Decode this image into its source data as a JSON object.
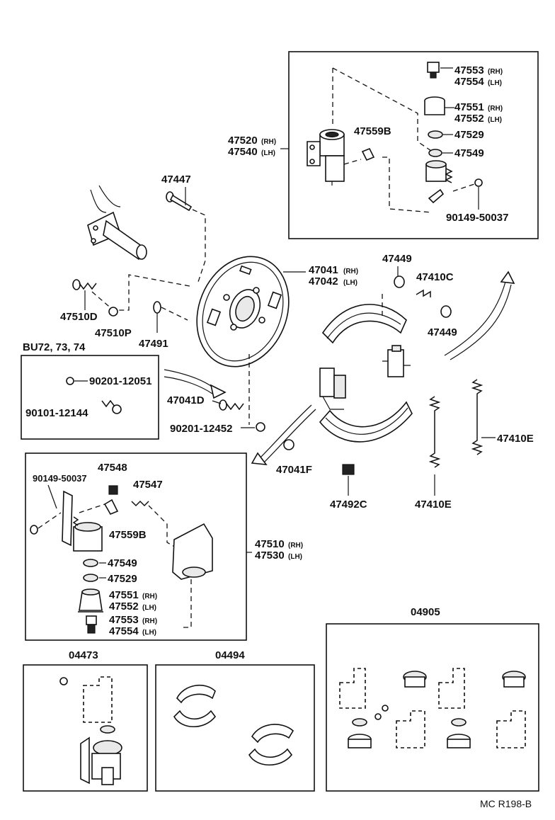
{
  "parts": {
    "p47553": "47553",
    "p47553_rh": "(RH)",
    "p47554": "47554",
    "p47554_lh": "(LH)",
    "p47551": "47551",
    "p47551_rh": "(RH)",
    "p47552": "47552",
    "p47552_lh": "(LH)",
    "p47529": "47529",
    "p47549": "47549",
    "p47559b": "47559B",
    "p47520": "47520",
    "p47520_rh": "(RH)",
    "p47540": "47540",
    "p47540_lh": "(LH)",
    "p90149_top": "90149-50037",
    "p47447": "47447",
    "p47041": "47041",
    "p47041_rh": "(RH)",
    "p47042": "47042",
    "p47042_lh": "(LH)",
    "p47449a": "47449",
    "p47410c": "47410C",
    "p47449b": "47449",
    "p47510d": "47510D",
    "p47510p": "47510P",
    "p47491": "47491",
    "bu_title": "BU72, 73, 74",
    "p90201_12051": "90201-12051",
    "p90101_12144": "90101-12144",
    "p47041d": "47041D",
    "p90201_12452": "90201-12452",
    "p47041f": "47041F",
    "p47492c": "47492C",
    "p47410e_a": "47410E",
    "p47410e_b": "47410E",
    "lb_90149": "90149-50037",
    "lb_47548": "47548",
    "lb_47547": "47547",
    "lb_47559b": "47559B",
    "lb_47510": "47510",
    "lb_47510_rh": "(RH)",
    "lb_47530": "47530",
    "lb_47530_lh": "(LH)",
    "lb_47549": "47549",
    "lb_47529": "47529",
    "lb_47551": "47551",
    "lb_47551_rh": "(RH)",
    "lb_47552": "47552",
    "lb_47552_lh": "(LH)",
    "lb_47553": "47553",
    "lb_47553_rh": "(RH)",
    "lb_47554": "47554",
    "lb_47554_lh": "(LH)"
  },
  "kits": {
    "k04473": "04473",
    "k04494": "04494",
    "k04905": "04905"
  },
  "footer": "MC R198-B"
}
